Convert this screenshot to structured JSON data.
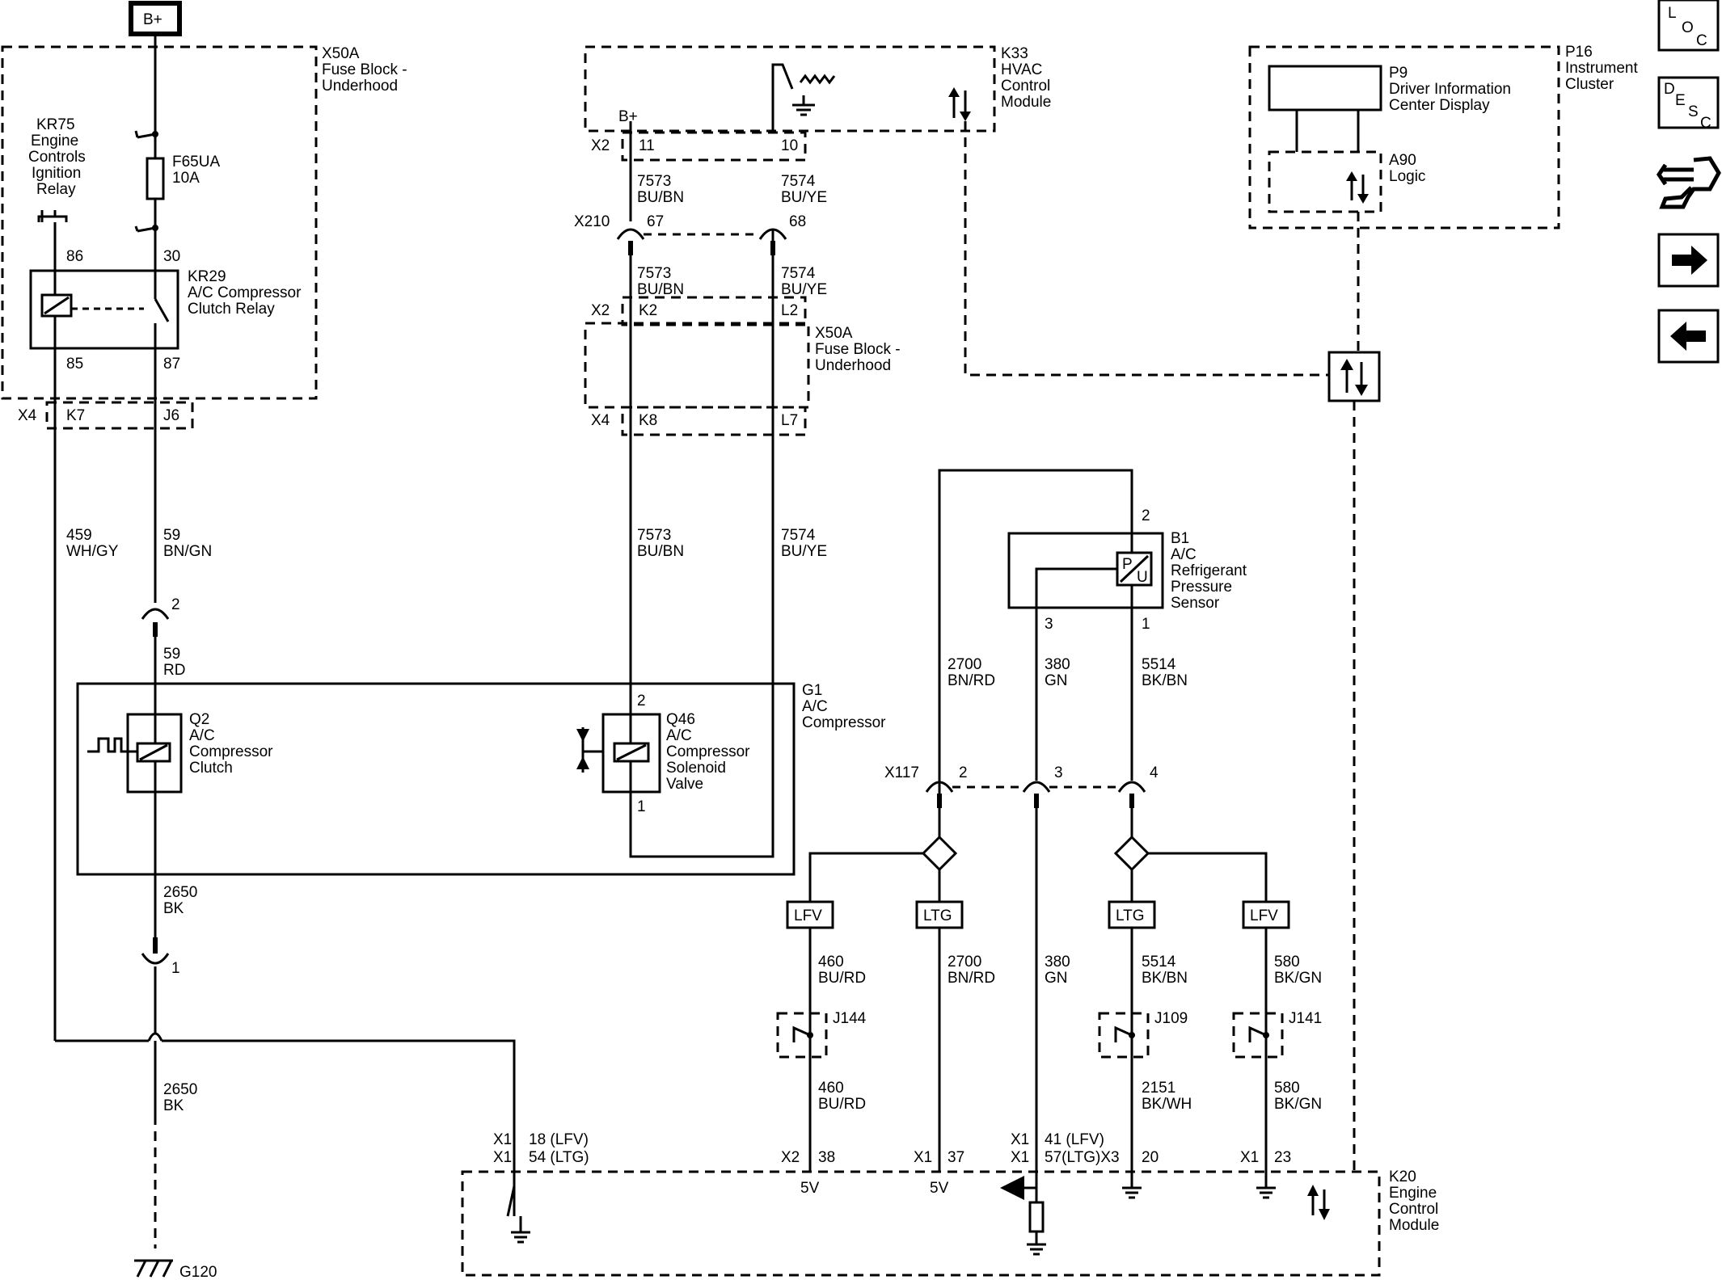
{
  "components": {
    "bplus_top": "B+",
    "x50a_top": [
      "X50A",
      "Fuse Block -",
      "Underhood"
    ],
    "kr75": [
      "KR75",
      "Engine",
      "Controls",
      "Ignition",
      "Relay"
    ],
    "f65ua": [
      "F65UA",
      "10A"
    ],
    "kr29": [
      "KR29",
      "A/C Compressor",
      "Clutch Relay"
    ],
    "k33": [
      "K33",
      "HVAC",
      "Control",
      "Module"
    ],
    "k33_bplus": "B+",
    "p16": [
      "P16",
      "Instrument",
      "Cluster"
    ],
    "p9": [
      "P9",
      "Driver Information",
      "Center Display"
    ],
    "a90": [
      "A90",
      "Logic"
    ],
    "x50a_mid": [
      "X50A",
      "Fuse Block -",
      "Underhood"
    ],
    "b1": [
      "B1",
      "A/C",
      "Refrigerant",
      "Pressure",
      "Sensor"
    ],
    "b1_symbol": [
      "P",
      "U"
    ],
    "g1": [
      "G1",
      "A/C",
      "Compressor"
    ],
    "q2": [
      "Q2",
      "A/C",
      "Compressor",
      "Clutch"
    ],
    "q46": [
      "Q46",
      "A/C",
      "Compressor",
      "Solenoid",
      "Valve"
    ],
    "k20": [
      "K20",
      "Engine",
      "Control",
      "Module"
    ],
    "g120": "G120"
  },
  "pins": {
    "kr29_86": "86",
    "kr29_30": "30",
    "kr29_85": "85",
    "kr29_87": "87",
    "x4_left": "X4",
    "x4_k7": "K7",
    "x4_j6": "J6",
    "x2_top": "X2",
    "x2_11": "11",
    "x2_10": "10",
    "x210": "X210",
    "x210_67": "67",
    "x210_68": "68",
    "x2_mid": "X2",
    "x2_k2": "K2",
    "x2_l2": "L2",
    "x4_mid": "X4",
    "x4_k8": "K8",
    "x4_l7": "L7",
    "conn_2": "2",
    "conn_1": "1",
    "q46_pin2": "2",
    "q46_pin1": "1",
    "b1_pin2": "2",
    "b1_pin3": "3",
    "b1_pin1": "1",
    "x117": "X117",
    "x117_2": "2",
    "x117_3": "3",
    "x117_4": "4",
    "k20_a_x1a": "X1",
    "k20_a_x1b": "X1",
    "k20_a_p1": "18 (LFV)",
    "k20_a_p2": "54 (LTG)",
    "k20_b_x2": "X2",
    "k20_b_38": "38",
    "k20_c_x1": "X1",
    "k20_c_37": "37",
    "k20_d_x1a": "X1",
    "k20_d_x1b": "X1",
    "k20_d_p1": "41 (LFV)",
    "k20_d_p2": "57(LTG)X3",
    "k20_e_20": "20",
    "k20_f_x1": "X1",
    "k20_f_23": "23",
    "v5_a": "5V",
    "v5_b": "5V"
  },
  "wires": [
    {
      "circuit": "459",
      "color": "WH/GY"
    },
    {
      "circuit": "59",
      "color": "BN/GN"
    },
    {
      "circuit": "59",
      "color": "RD"
    },
    {
      "circuit": "2650",
      "color": "BK"
    },
    {
      "circuit": "2650",
      "color": "BK"
    },
    {
      "circuit": "7573",
      "color": "BU/BN"
    },
    {
      "circuit": "7574",
      "color": "BU/YE"
    },
    {
      "circuit": "7573",
      "color": "BU/BN"
    },
    {
      "circuit": "7574",
      "color": "BU/YE"
    },
    {
      "circuit": "7573",
      "color": "BU/BN"
    },
    {
      "circuit": "7574",
      "color": "BU/YE"
    },
    {
      "circuit": "2700",
      "color": "BN/RD"
    },
    {
      "circuit": "380",
      "color": "GN"
    },
    {
      "circuit": "5514",
      "color": "BK/BN"
    },
    {
      "circuit": "460",
      "color": "BU/RD"
    },
    {
      "circuit": "2700",
      "color": "BN/RD"
    },
    {
      "circuit": "380",
      "color": "GN"
    },
    {
      "circuit": "5514",
      "color": "BK/BN"
    },
    {
      "circuit": "580",
      "color": "BK/GN"
    },
    {
      "circuit": "460",
      "color": "BU/RD"
    },
    {
      "circuit": "2151",
      "color": "BK/WH"
    },
    {
      "circuit": "580",
      "color": "BK/GN"
    }
  ],
  "options": {
    "lfv1": "LFV",
    "ltg1": "LTG",
    "ltg2": "LTG",
    "lfv2": "LFV"
  },
  "splices": {
    "j144": "J144",
    "j109": "J109",
    "j141": "J141"
  },
  "nav": {
    "loc": [
      "L",
      "O",
      "C"
    ],
    "desc": [
      "D",
      "E",
      "S",
      "C"
    ],
    "tool_icon": "connector-tool-icon",
    "next_icon": "arrow-right-icon",
    "prev_icon": "arrow-left-icon"
  }
}
